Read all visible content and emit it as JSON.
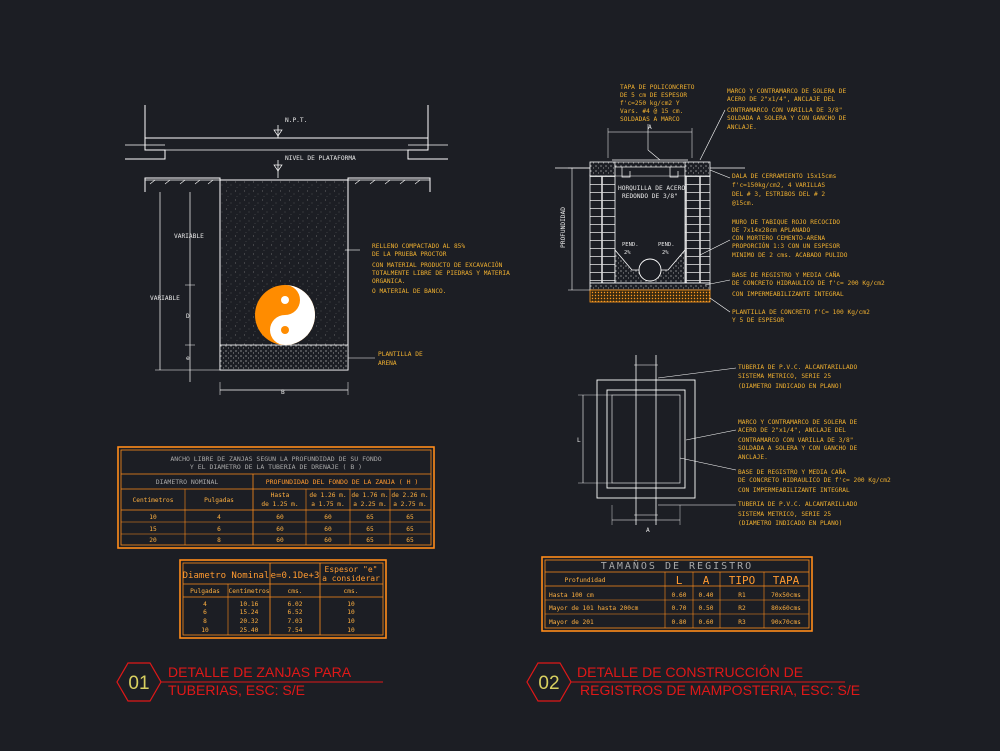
{
  "colors": {
    "background": "#1c1e24",
    "lines": "#ffffff",
    "annotation": "#f0b030",
    "table": "#ff8c1a",
    "title": "#e01818",
    "number": "#d8d060",
    "pipe": "#ff8c00"
  },
  "left_detail": {
    "npt": "N.P.T.",
    "nivel": "NIVEL DE PLATAFORMA",
    "variable1": "VARIABLE",
    "variable2": "VARIABLE",
    "d": "D",
    "e": "e",
    "b": "B",
    "relleno": [
      "RELLENO COMPACTADO AL 85%",
      "DE LA PRUEBA PROCTOR",
      "CON MATERIAL PRODUCTO DE EXCAVACIÓN",
      "TOTALMENTE LIBRE DE PIEDRAS Y MATERIA",
      "ORGANICA.",
      "O MATERIAL DE BANCO."
    ],
    "plantilla": [
      "PLANTILLA DE",
      "ARENA"
    ]
  },
  "table1": {
    "title": [
      "ANCHO LIBRE DE ZANJAS SEGUN LA PROFUNDIDAD DE SU FONDO",
      "Y EL DIAMETRO DE LA TUBERIA DE DRENAJE ( B )"
    ],
    "h_diam": "DIAMETRO NOMINAL",
    "h_prof": "PROFUNDIDAD DEL FONDO DE LA ZANJA ( H )",
    "h_cm": "Centímetros",
    "h_pulg": "Pulgadas",
    "h_c1": [
      "Hasta",
      "de 1.25 m."
    ],
    "h_c2": [
      "de 1.26 m.",
      "a 1.75 m."
    ],
    "h_c3": [
      "de 1.76 m.",
      "a 2.25 m."
    ],
    "h_c4": [
      "de 2.26 m.",
      "a 2.75 m."
    ],
    "rows": [
      [
        "10",
        "4",
        "60",
        "60",
        "65",
        "65"
      ],
      [
        "15",
        "6",
        "60",
        "60",
        "65",
        "65"
      ],
      [
        "20",
        "8",
        "60",
        "60",
        "65",
        "65"
      ]
    ]
  },
  "table2": {
    "h1": "Diametro Nominal",
    "h2": "e=0.1De+3",
    "h3": [
      "Espesor \"e\"",
      "a considerar"
    ],
    "s1": "Pulgadas",
    "s2": "Centímetros",
    "s3": "cms.",
    "s4": "cms.",
    "rows": [
      [
        "4",
        "10.16",
        "6.02",
        "10"
      ],
      [
        "6",
        "15.24",
        "6.52",
        "10"
      ],
      [
        "8",
        "20.32",
        "7.03",
        "10"
      ],
      [
        "10",
        "25.40",
        "7.54",
        "10"
      ]
    ]
  },
  "right_section": {
    "tapa": [
      "TAPA DE POLICONCRETO",
      "DE 5 cm DE ESPESOR",
      "f'c=250 kg/cm2 Y",
      "Vars. #4 @ 15 cm.",
      "SOLDADAS A MARCO"
    ],
    "marco": [
      "MARCO Y CONTRAMARCO DE SOLERA DE",
      "ACERO DE 2\"x1/4\", ANCLAJE DEL",
      "CONTRAMARCO CON VARILLA DE 3/8\"",
      "SOLDADA A SOLERA Y CON GANCHO DE",
      "ANCLAJE."
    ],
    "horquilla": [
      "HORQUILLA DE ACERO",
      "REDONDO DE 3/8\""
    ],
    "dala": [
      "DALA DE CERRAMIENTO 15x15cms",
      "f'c=150kg/cm2, 4 VARILLAS",
      "DEL # 3, ESTRIBOS DEL # 2",
      "@15cm."
    ],
    "muro": [
      "MURO DE TABIQUE ROJO RECOCIDO",
      "DE 7x14x28cm APLANADO",
      "CON MORTERO CEMENTO-ARENA",
      "PROPORCIÓN 1:3 CON UN ESPESOR",
      "MINIMO DE 2 cms. ACABADO PULIDO"
    ],
    "base": [
      "BASE DE REGISTRO Y MEDIA CAÑA",
      "DE CONCRETO HIDRAULICO DE f'c= 200 Kg/cm2",
      "CON IMPERMEABILIZANTE INTEGRAL"
    ],
    "plantilla": [
      "PLANTILLA DE CONCRETO f'C= 100 Kg/cm2",
      "Y 5 DE ESPESOR"
    ],
    "profundidad": "PROFUNDIDAD",
    "pend1": [
      "PEND.",
      "2%"
    ],
    "pend2": [
      "PEND.",
      "2%"
    ],
    "a": "A"
  },
  "right_plan": {
    "tuberia1": [
      "TUBERIA DE P.V.C. ALCANTARILLADO",
      "SISTEMA METRICO, SERIE 25",
      "(DIAMETRO INDICADO EN PLANO)"
    ],
    "marco": [
      "MARCO Y CONTRAMARCO DE SOLERA DE",
      "ACERO DE 2\"x1/4\", ANCLAJE DEL",
      "CONTRAMARCO CON VARILLA DE 3/8\"",
      "SOLDADA A SOLERA Y CON GANCHO DE",
      "ANCLAJE."
    ],
    "base": [
      "BASE DE REGISTRO Y MEDIA CAÑA",
      "DE CONCRETO HIDRAULICO DE f'c= 200 Kg/cm2",
      "CON IMPERMEABILIZANTE INTEGRAL"
    ],
    "tuberia2": [
      "TUBERIA DE P.V.C. ALCANTARILLADO",
      "SISTEMA METRICO, SERIE 25",
      "(DIAMETRO INDICADO EN PLANO)"
    ],
    "l": "L",
    "a": "A"
  },
  "table3": {
    "title": "TAMAÑOS DE REGISTRO",
    "headers": [
      "Profundidad",
      "L",
      "A",
      "TIPO",
      "TAPA"
    ],
    "rows": [
      [
        "Hasta 100 cm",
        "0.60",
        "0.40",
        "R1",
        "70x50cms"
      ],
      [
        "Mayor de 101 hasta 200cm",
        "0.70",
        "0.50",
        "R2",
        "80x60cms"
      ],
      [
        "Mayor de 201",
        "0.80",
        "0.60",
        "R3",
        "90x70cms"
      ]
    ]
  },
  "titles": [
    {
      "number": "01",
      "line1": "DETALLE DE ZANJAS PARA",
      "line2": "TUBERIAS, ESC: S/E"
    },
    {
      "number": "02",
      "line1": "DETALLE DE CONSTRUCCIÓN DE",
      "line2": "REGISTROS DE MAMPOSTERIA, ESC: S/E"
    }
  ]
}
